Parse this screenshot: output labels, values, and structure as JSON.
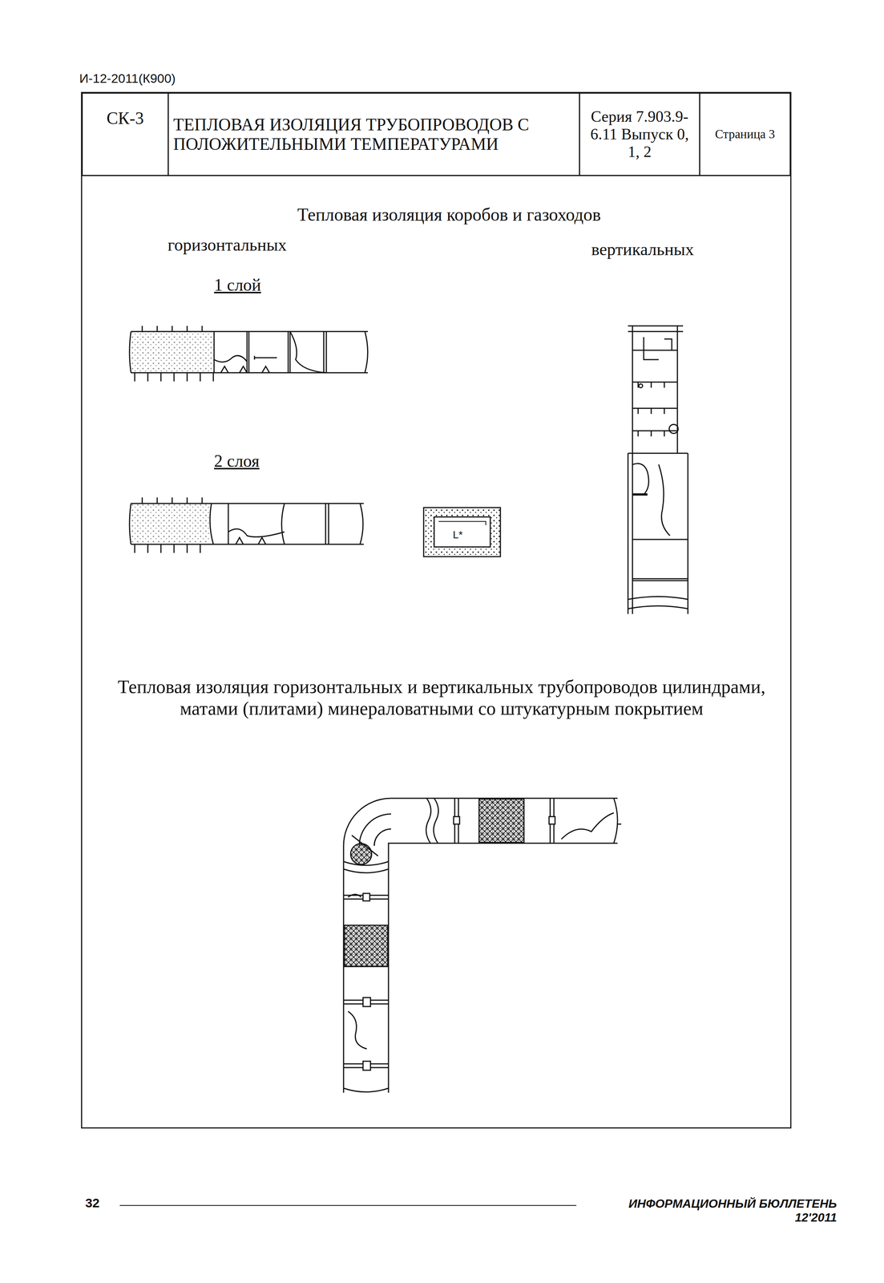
{
  "diagram": {
    "nodes": [
      {
        "text": [
          "СК-3"
        ]
      },
      {
        "text": [
          "ТЕПЛОВАЯ ИЗОЛЯЦИЯ ТРУБОПРОВОДОВ С ПОЛОЖИТЕЛЬНЫМИ ТЕМПЕРАТУРАМИ"
        ]
      },
      {
        "text": [
          "Серия 7.903.9-6.11 Выпуск 0, 1, 2"
        ]
      },
      {
        "text": [
          "Страница 3"
        ]
      }
    ],
    "labels": [
      "И-12-2011(К900)",
      "Тепловая изоляция коробов и газоходов",
      "горизонтальных",
      "вертикальных",
      "1 слой",
      "2 слоя",
      "L*",
      "Тепловая изоляция горизонтальных и вертикальных трубопроводов цилиндрами, матами (плитами) минераловатными со штукатурным покрытием",
      "32",
      "ИНФОРМАЦИОННЫЙ БЮЛЛЕТЕНЬ 12'2011"
    ]
  }
}
